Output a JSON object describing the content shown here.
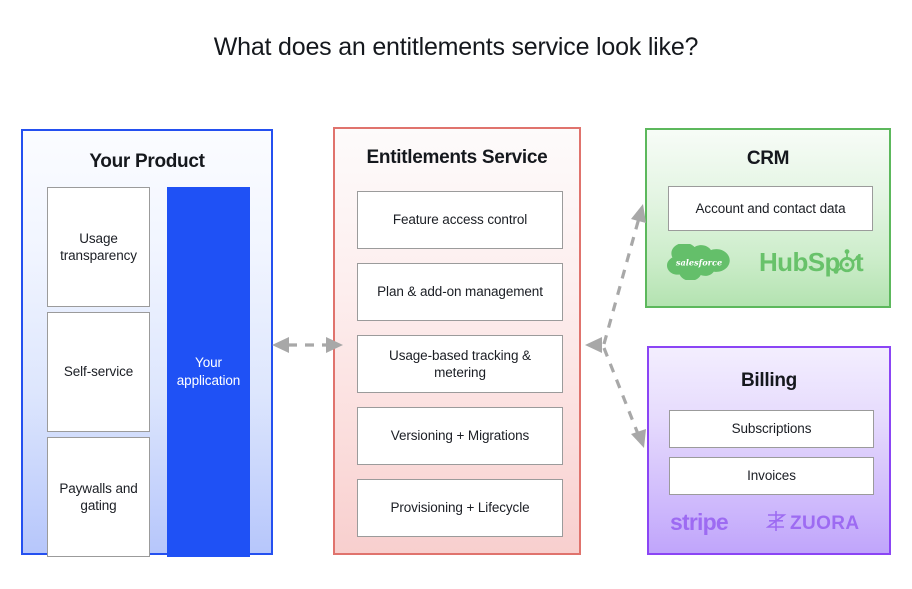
{
  "title": "What does an entitlements service look like?",
  "panels": {
    "product": {
      "heading": "Your Product",
      "accent": "#2450f0",
      "cards": [
        {
          "label": "Usage transparency"
        },
        {
          "label": "Self-service"
        },
        {
          "label": "Paywalls and gating"
        }
      ],
      "application": {
        "label": "Your application",
        "color": "#1f51f5"
      }
    },
    "entitlements": {
      "heading": "Entitlements Service",
      "accent": "#e0736d",
      "cards": [
        {
          "label": "Feature access control"
        },
        {
          "label": "Plan & add-on management"
        },
        {
          "label": "Usage-based tracking & metering"
        },
        {
          "label": "Versioning + Migrations"
        },
        {
          "label": "Provisioning + Lifecycle"
        }
      ]
    },
    "crm": {
      "heading": "CRM",
      "accent": "#5cb85c",
      "cards": [
        {
          "label": "Account and contact data"
        }
      ],
      "logos": [
        {
          "name": "salesforce-logo",
          "label": "salesforce"
        },
        {
          "name": "hubspot-logo",
          "label": "HubSp",
          "label_tail": "t"
        }
      ]
    },
    "billing": {
      "heading": "Billing",
      "accent": "#8b45f5",
      "cards": [
        {
          "label": "Subscriptions"
        },
        {
          "label": "Invoices"
        }
      ],
      "logos": [
        {
          "name": "stripe-logo",
          "label": "stripe"
        },
        {
          "name": "zuora-logo",
          "label": "ZUORA"
        }
      ]
    }
  },
  "connectors": {
    "product_entitlements": {
      "name": "bidirectional-arrow",
      "color": "#a8a8a8",
      "style": "dashed"
    },
    "entitlements_integrations": {
      "name": "branching-arrow",
      "color": "#a8a8a8",
      "style": "dashed"
    }
  }
}
